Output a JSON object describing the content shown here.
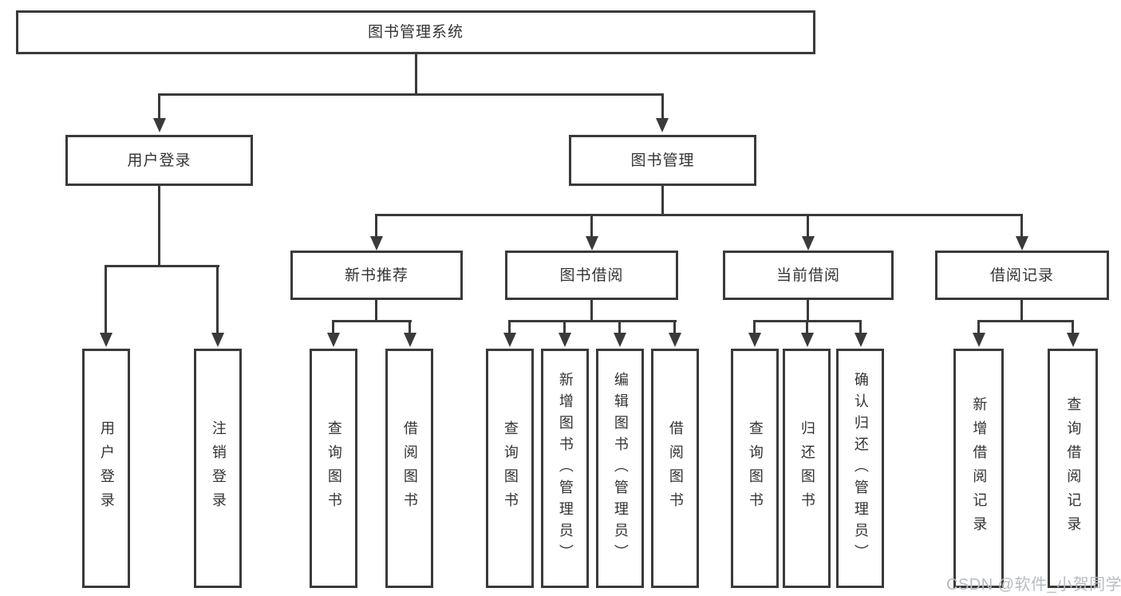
{
  "tree": {
    "root": {
      "label": "图书管理系统"
    },
    "level2": [
      {
        "label": "用户登录",
        "children": [
          {
            "label": "用户登录"
          },
          {
            "label": "注销登录"
          }
        ]
      },
      {
        "label": "图书管理",
        "children": [
          {
            "label": "新书推荐",
            "children": [
              {
                "label": "查询图书"
              },
              {
                "label": "借阅图书"
              }
            ]
          },
          {
            "label": "图书借阅",
            "children": [
              {
                "label": "查询图书"
              },
              {
                "label": "新增图书（管理员）"
              },
              {
                "label": "编辑图书（管理员）"
              },
              {
                "label": "借阅图书"
              }
            ]
          },
          {
            "label": "当前借阅",
            "children": [
              {
                "label": "查询图书"
              },
              {
                "label": "归还图书"
              },
              {
                "label": "确认归还（管理员）"
              }
            ]
          },
          {
            "label": "借阅记录",
            "children": [
              {
                "label": "新增借阅记录"
              },
              {
                "label": "查询借阅记录"
              }
            ]
          }
        ]
      }
    ]
  },
  "watermark": {
    "text": "CSDN @软件_小贺同学",
    "color": "#b7bcc2"
  },
  "colors": {
    "line": "#3a3a3a",
    "box_border": "#3a3a3a",
    "text": "#333333",
    "background": "#ffffff"
  }
}
